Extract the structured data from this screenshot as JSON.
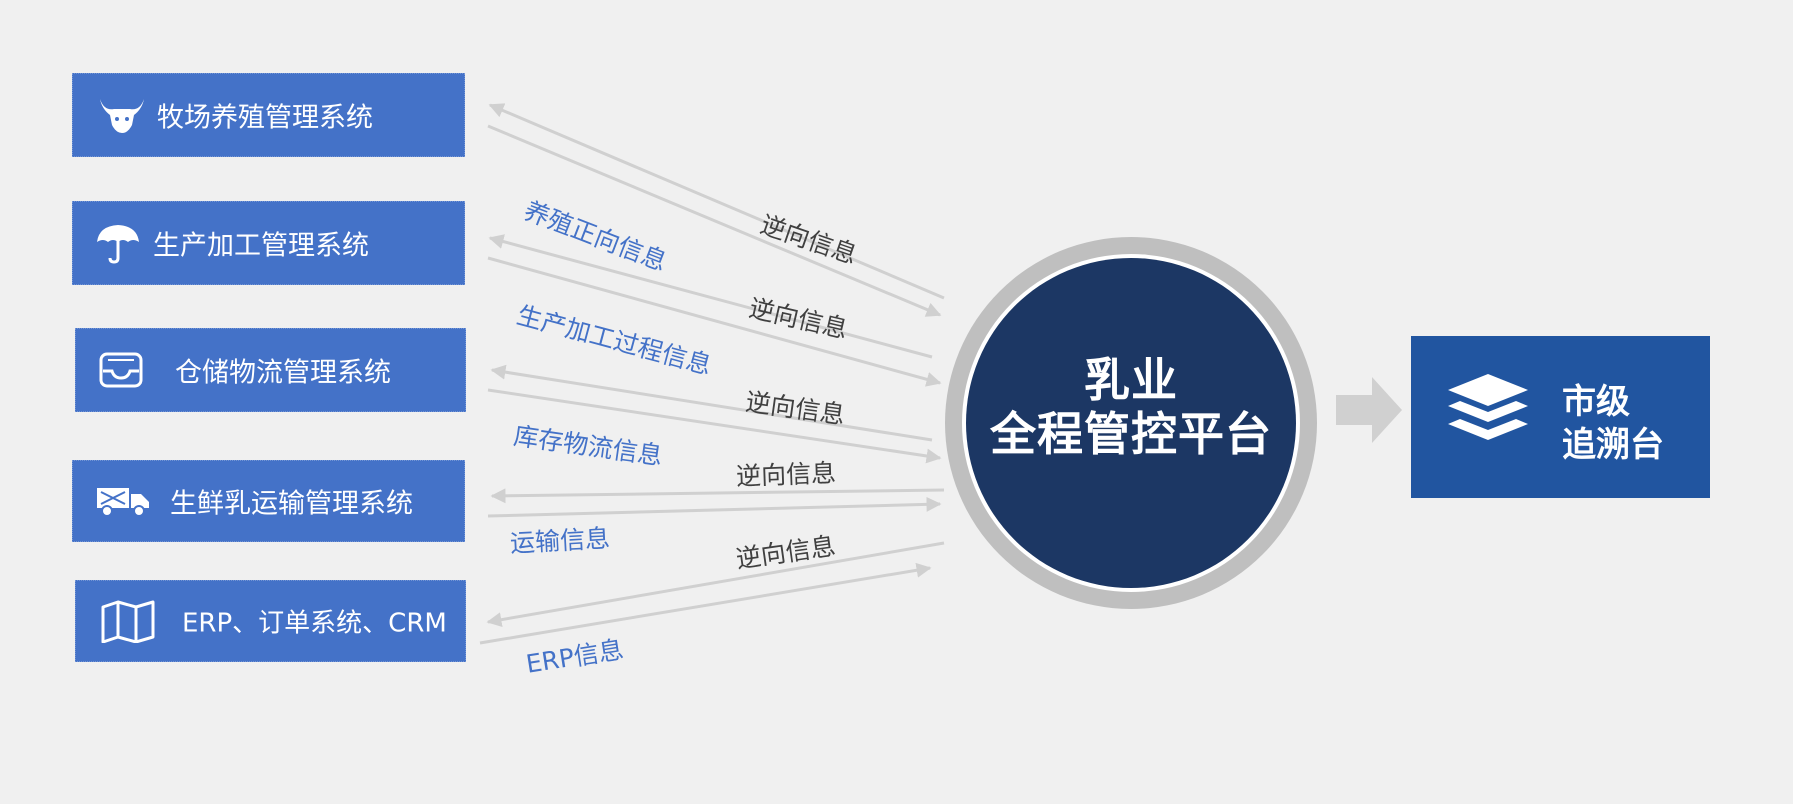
{
  "systems": [
    {
      "label": "牧场养殖管理系统",
      "icon": "bull-head-icon"
    },
    {
      "label": "生产加工管理系统",
      "icon": "umbrella-icon"
    },
    {
      "label": "仓储物流管理系统",
      "icon": "inbox-tray-icon"
    },
    {
      "label": "生鲜乳运输管理系统",
      "icon": "truck-icon"
    },
    {
      "label": "ERP、订单系统、CRM",
      "icon": "map-icon"
    }
  ],
  "flows": [
    {
      "forward": "养殖正向信息",
      "reverse": "逆向信息"
    },
    {
      "forward": "生产加工过程信息",
      "reverse": "逆向信息"
    },
    {
      "forward": "库存物流信息",
      "reverse": "逆向信息"
    },
    {
      "forward": "运输信息",
      "reverse": "逆向信息"
    },
    {
      "forward": "ERP信息",
      "reverse": "逆向信息"
    }
  ],
  "hub": {
    "line1": "乳业",
    "line2": "全程管控平台"
  },
  "trace": {
    "line1": "市级",
    "line2": "追溯台",
    "icon": "layers-stack-icon"
  },
  "colors": {
    "background": "#f0f0f0",
    "system_box": "#4472c8",
    "hub_core": "#1c3764",
    "hub_ring": "#bfbfbf",
    "trace_box": "#2155a0",
    "arrow": "#d0d0d0",
    "forward_text": "#4472c8",
    "reverse_text": "#404040"
  }
}
